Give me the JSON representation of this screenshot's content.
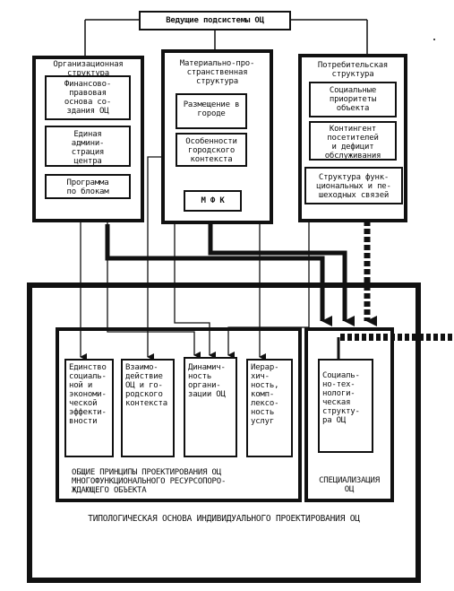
{
  "top": {
    "title": "Ведущие подсистемы ОЦ"
  },
  "org": {
    "title": "Организационная\nструктура",
    "items": [
      "Финансово-\nправовая\nоснова со-\nздания ОЦ",
      "Единая\nадмини-\nстрация\nцентра",
      "Программа\nпо блокам"
    ]
  },
  "mat": {
    "title": "Материально-про-\nстранственная\nструктура",
    "items": [
      "Размещение в\nгороде",
      "Особенности\nгородского\nконтекста"
    ],
    "mfk": "М Ф К"
  },
  "cons": {
    "title": "Потребительская\nструктура",
    "items": [
      "Социальные\nприоритеты\nобъекта",
      "Контингент\nпосетителей\nи дефицит\nобслуживания",
      "Структура функ-\nциональных и пе-\nшеходных связей"
    ]
  },
  "principles": [
    "Единство\nсоциаль-\nной и\nэкономи-\nческой\nэффекти-\nвности",
    "Взаимо-\nдействие\nОЦ и го-\nродского\nконтекста",
    "Динамич-\nность\nоргани-\nзации ОЦ",
    "Иерар-\nхич-\nность,\nкомп-\nлексо-\nность\nуслуг"
  ],
  "general_label": "ОБЩИЕ ПРИНЦИПЫ ПРОЕКТИРОВАНИЯ ОЦ\nМНОГОФУНКЦИОНАЛЬНОГО РЕСУРСОПОРО-\nЖДАЮЩЕГО ОБЪЕКТА",
  "spec": {
    "inner": "Социаль-\nно-тех-\nнологи-\nческая\nструкту-\nра ОЦ",
    "label": "СПЕЦИАЛИЗАЦИЯ\nОЦ"
  },
  "typology_label": "ТИПОЛОГИЧЕСКАЯ ОСНОВА ИНДИВИДУАЛЬНОГО ПРОЕКТИРОВАНИЯ ОЦ"
}
